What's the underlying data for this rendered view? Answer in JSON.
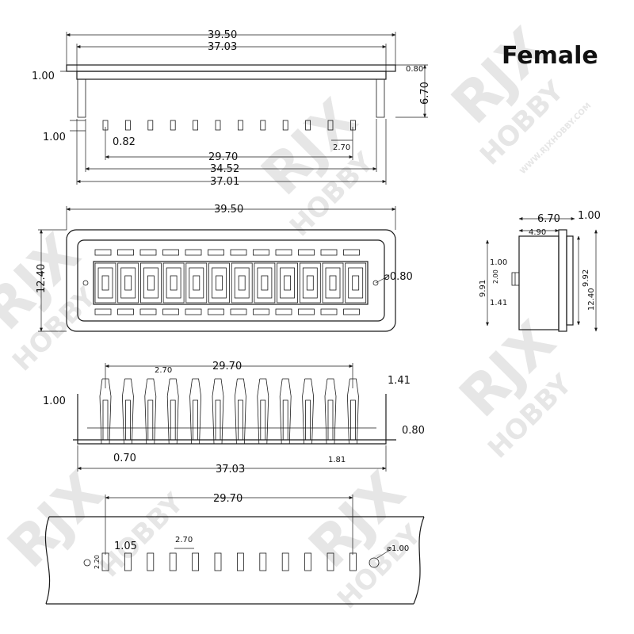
{
  "title": "Female",
  "watermark": {
    "brand_main": "RJX",
    "brand_word": "HOBBY",
    "url": "WWW.RJXHOBBY.COM"
  },
  "views": {
    "top": {
      "overall_width": "39.50",
      "inner_width": "37.03",
      "flange_thickness": "1.00",
      "top_plate": "0.80",
      "height": "6.70",
      "pin_tip": "1.00",
      "pin_width": "0.82",
      "pin_pitch": "2.70",
      "pin_span": "29.70",
      "body_width": "34.52",
      "base_width": "37.01"
    },
    "front": {
      "overall_width": "39.50",
      "overall_height": "12.40",
      "hole_diameter": "⌀0.80"
    },
    "side": {
      "depth": "6.70",
      "flange": "1.00",
      "body_depth": "4.90",
      "pin_offset": "1.00",
      "pin_pitch": "2.00",
      "pin_start": "1.41",
      "inner_height": "9.91",
      "body_height": "9.92",
      "overall_height": "12.40"
    },
    "section": {
      "pin_span": "29.70",
      "pin_pitch": "2.70",
      "contact_height": "1.41",
      "shoulder": "1.00",
      "base_offset": "0.80",
      "contact_width": "0.70",
      "contact_gap": "1.81",
      "base_width": "37.03"
    },
    "pcb": {
      "pin_span": "29.70",
      "pin_pitch": "2.70",
      "slot_width": "1.05",
      "slot_height": "2.20",
      "hole_diameter": "⌀1.00"
    }
  }
}
